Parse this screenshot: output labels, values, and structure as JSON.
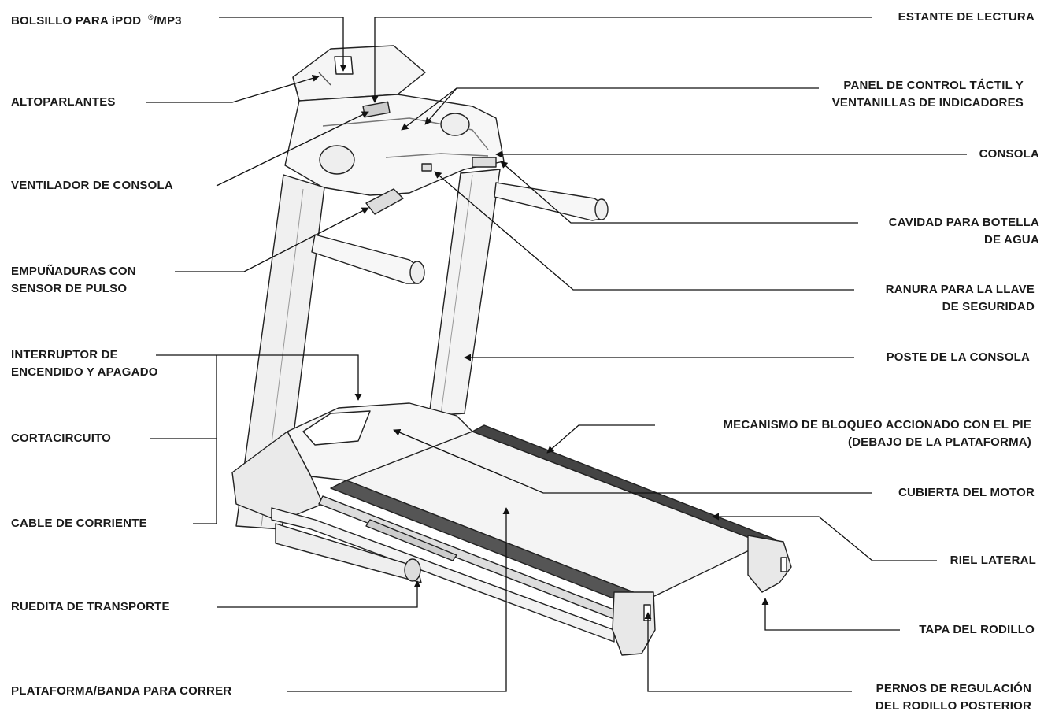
{
  "diagram": {
    "left_labels": {
      "ipod_pocket_a": "BOLSILLO PARA iPOD",
      "ipod_pocket_sup": "®",
      "ipod_pocket_b": "/MP3",
      "speakers": "ALTOPARLANTES",
      "console_fan": "VENTILADOR DE CONSOLA",
      "pulse_grips_1": "EMPUÑADURAS CON",
      "pulse_grips_2": "SENSOR DE PULSO",
      "power_switch_1": "INTERRUPTOR DE",
      "power_switch_2": "ENCENDIDO Y APAGADO",
      "circuit_breaker": "CORTACIRCUITO",
      "power_cord": "CABLE DE CORRIENTE",
      "transport_wheel": "RUEDITA DE TRANSPORTE",
      "deck_belt": "PLATAFORMA/BANDA PARA CORRER"
    },
    "right_labels": {
      "reading_rack": "ESTANTE DE LECTURA",
      "control_panel_1": "PANEL DE CONTROL TÁCTIL Y",
      "control_panel_2": "VENTANILLAS DE INDICADORES",
      "console": "CONSOLA",
      "bottle_holder_1": "CAVIDAD PARA BOTELLA",
      "bottle_holder_2": "DE AGUA",
      "safety_key_1": "RANURA PARA LA LLAVE",
      "safety_key_2": "DE SEGURIDAD",
      "console_post": "POSTE DE LA CONSOLA",
      "foot_lock_1": "MECANISMO DE BLOQUEO ACCIONADO CON EL PIE",
      "foot_lock_2": "(DEBAJO DE LA PLATAFORMA)",
      "motor_cover": "CUBIERTA DEL MOTOR",
      "side_rail": "RIEL LATERAL",
      "roller_cap": "TAPA DEL RODILLO",
      "rear_roller_bolts_1": "PERNOS DE REGULACIÓN",
      "rear_roller_bolts_2": "DEL RODILLO POSTERIOR"
    }
  }
}
